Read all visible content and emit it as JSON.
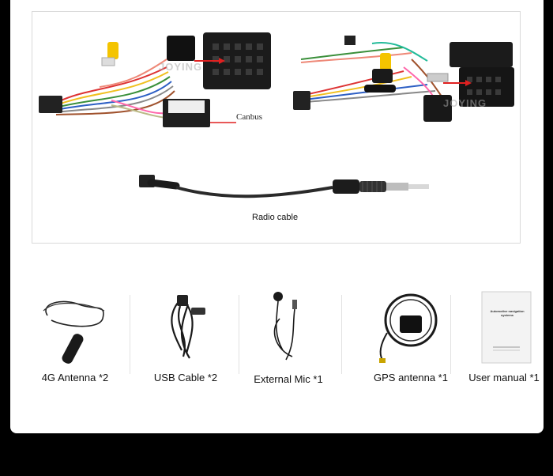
{
  "top_panel": {
    "canbus_label": "Canbus",
    "radio_cable_label": "Radio cable",
    "watermark_left": "JOYING",
    "watermark_right": "JOYING"
  },
  "accessories": [
    {
      "label": "4G Antenna *2",
      "icon": "antenna-icon"
    },
    {
      "label": "USB Cable *2",
      "icon": "usb-cable-icon"
    },
    {
      "label": "External Mic *1",
      "icon": "microphone-icon"
    },
    {
      "label": "GPS antenna *1",
      "icon": "gps-antenna-icon"
    },
    {
      "label": "User manual *1",
      "icon": "manual-icon"
    }
  ],
  "manual_cover_text": "Automotive navigation systems",
  "colors": {
    "background": "#000000",
    "card": "#ffffff",
    "accent_arrow": "#e02020"
  }
}
